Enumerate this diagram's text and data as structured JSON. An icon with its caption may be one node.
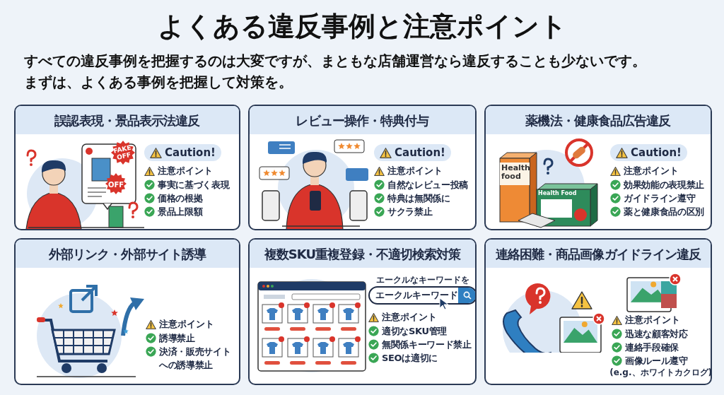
{
  "diagram": {
    "title": "よくある違反事例と注意ポイント",
    "nodes": [
      {
        "text": [
          "誤認表現・景品表示法違反",
          "FAKE OFF",
          "OFF",
          "Caution!",
          "注意ポイント",
          "事実に基づく表現",
          "価格の根拠",
          "景品上限額"
        ]
      },
      {
        "text": [
          "レビュー操作・特典付与",
          "Caution!",
          "注意ポイント",
          "自然なレビュー投稿",
          "特典は無関係に",
          "サクラ禁止"
        ]
      },
      {
        "text": [
          "薬機法・健康食品広告違反",
          "Health food",
          "Health Food",
          "Caution!",
          "注意ポイント",
          "効果効能の表現禁止",
          "ガイドライン遵守",
          "薬と健康食品の区別"
        ]
      },
      {
        "text": [
          "外部リンク・外部サイト誘導",
          "注意ポイント",
          "誘導禁止",
          "決済・販売サイトへの誘導禁止"
        ]
      },
      {
        "text": [
          "複数SKU重複登録・不適切検索対策",
          "エークルなキーワードを",
          "エークルキーワード",
          "注意ポイント",
          "適切なSKU管理",
          "無関係キーワード禁止",
          "SEOは適切に"
        ]
      },
      {
        "text": [
          "連絡困難・商品画像ガイドライン違反",
          "注意ポイント",
          "迅速な顧客対応",
          "連絡手段確保",
          "画像ルール遵守",
          "(e.g.、ホワイトカクログ)"
        ]
      }
    ],
    "labels": [
      "すべての違反事例を把握するのは大変ですが、まともな店舗運営なら違反することも少ないです。",
      "まずは、よくある事例を把握して対策を。"
    ]
  }
}
